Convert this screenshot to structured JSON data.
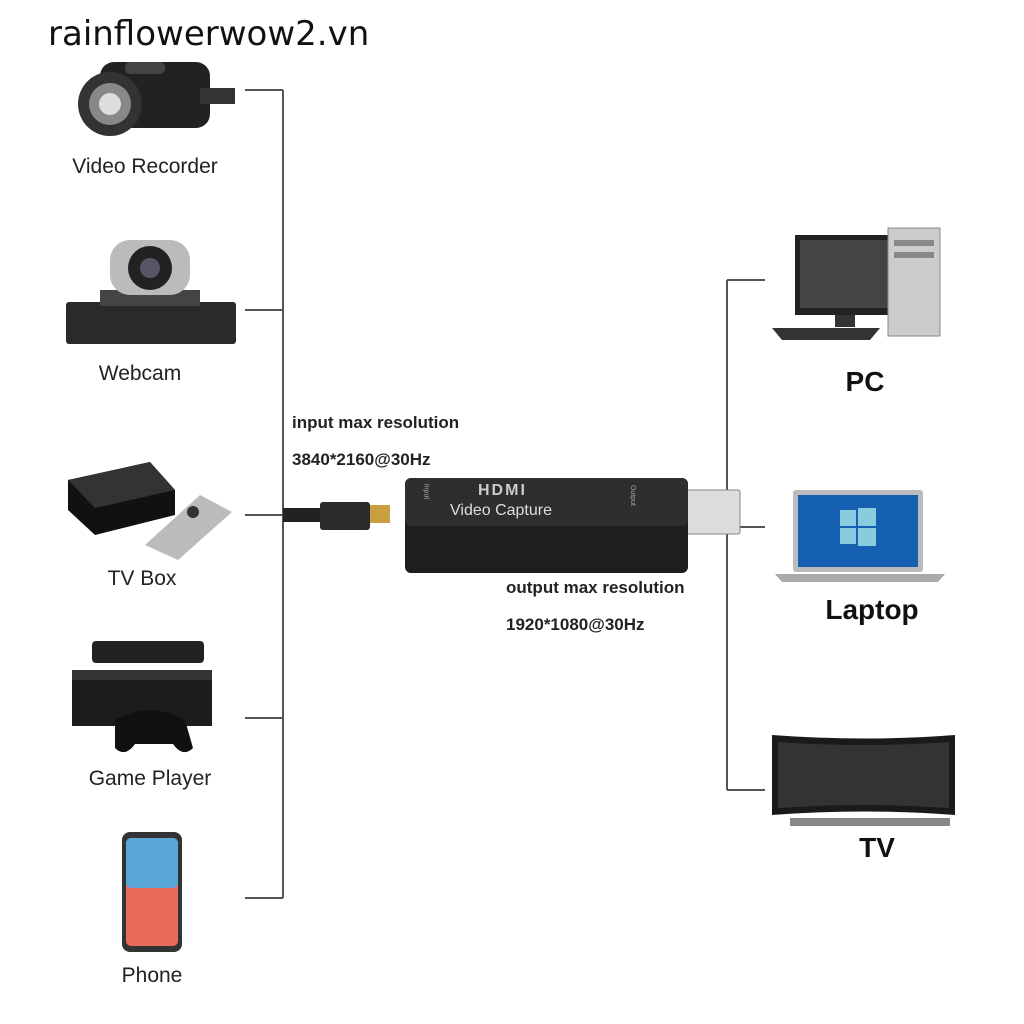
{
  "watermark": "rainflowerwow2.vn",
  "inputs": [
    {
      "label": "Video Recorder",
      "icon": "video-recorder-icon"
    },
    {
      "label": "Webcam",
      "icon": "webcam-icon"
    },
    {
      "label": "TV Box",
      "icon": "tv-box-icon"
    },
    {
      "label": "Game Player",
      "icon": "game-console-icon"
    },
    {
      "label": "Phone",
      "icon": "phone-icon"
    }
  ],
  "outputs": [
    {
      "label": "PC",
      "icon": "pc-icon"
    },
    {
      "label": "Laptop",
      "icon": "laptop-icon"
    },
    {
      "label": "TV",
      "icon": "tv-icon"
    }
  ],
  "device": {
    "brand": "HDMI",
    "name": "Video Capture",
    "input_port": "Input",
    "output_port": "Output",
    "input_spec_title": "input max resolution",
    "input_spec_value": "3840*2160@30Hz",
    "output_spec_title": "output max resolution",
    "output_spec_value": "1920*1080@30Hz"
  }
}
